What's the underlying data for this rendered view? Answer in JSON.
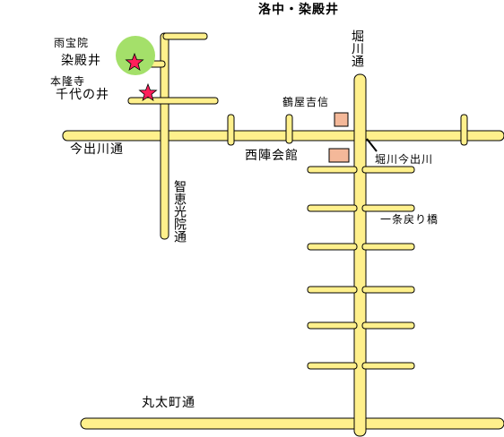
{
  "title": "洛中・染殿井",
  "colors": {
    "road_fill": "#FFF08C",
    "road_stroke": "#000000",
    "building_fill": "#F4B899",
    "star_fill": "#FF1F5A",
    "tree_fill": "#A4E06A"
  },
  "streets": {
    "horikawa": "堀川通",
    "imadegawa": "今出川通",
    "chiekoin": "智恵光院通",
    "marutamachi": "丸太町通"
  },
  "places": {
    "ukyoin": "雨宝院",
    "someidono": "染殿井",
    "honryuji": "本隆寺",
    "chiyonoi": "千代の井",
    "tsuruya": "鶴屋吉信",
    "nishijin": "西陣会館",
    "horikawa_imadegawa": "堀川今出川",
    "ichijo": "一条戻り橋"
  },
  "icons": {
    "star": "star-icon",
    "tree": "tree-icon",
    "building": "building-icon"
  }
}
